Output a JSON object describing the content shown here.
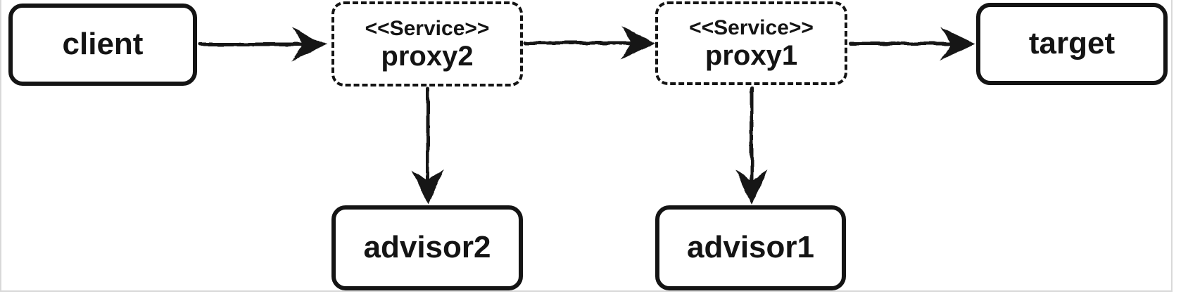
{
  "canvas": {
    "background": "#ffffff",
    "frame_border_color": "#d9d9d9",
    "ink_color": "#141414"
  },
  "diagram": {
    "type": "flow-diagram",
    "nodes": [
      {
        "id": "client",
        "label": "client",
        "box_style": "solid"
      },
      {
        "id": "proxy2",
        "label": "proxy2",
        "stereotype": "<<Service>>",
        "box_style": "dashed"
      },
      {
        "id": "proxy1",
        "label": "proxy1",
        "stereotype": "<<Service>>",
        "box_style": "dashed"
      },
      {
        "id": "target",
        "label": "target",
        "box_style": "solid"
      },
      {
        "id": "advisor2",
        "label": "advisor2",
        "box_style": "solid"
      },
      {
        "id": "advisor1",
        "label": "advisor1",
        "box_style": "solid"
      }
    ],
    "edges": [
      {
        "from": "client",
        "to": "proxy2",
        "direction": "right"
      },
      {
        "from": "proxy2",
        "to": "proxy1",
        "direction": "right"
      },
      {
        "from": "proxy1",
        "to": "target",
        "direction": "right"
      },
      {
        "from": "proxy2",
        "to": "advisor2",
        "direction": "down"
      },
      {
        "from": "proxy1",
        "to": "advisor1",
        "direction": "down"
      }
    ]
  }
}
